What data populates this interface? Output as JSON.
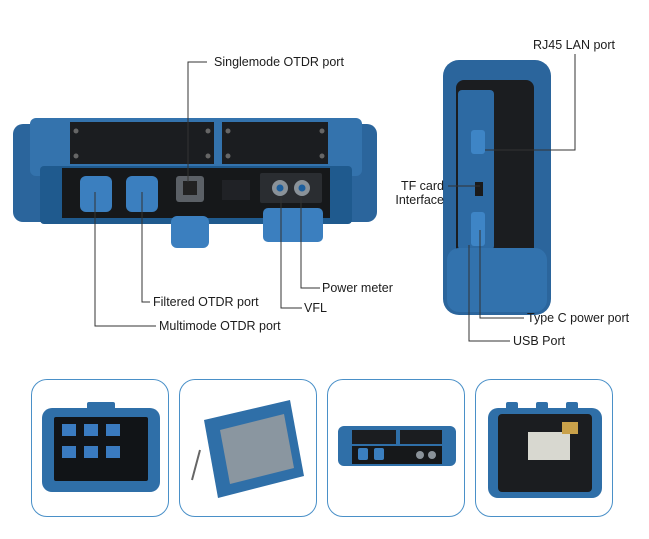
{
  "colors": {
    "device_blue": "#2f6fa8",
    "device_blue_dark": "#1d4f7e",
    "device_blue_light": "#4a8cc6",
    "panel_black": "#1b1d20",
    "thumb_border": "#4a90c8",
    "leader_line": "#333333"
  },
  "labels": {
    "singlemode_otdr_port": "Singlemode OTDR port",
    "rj45_lan_port": "RJ45 LAN port",
    "tf_card_interface": "TF card\nInterface",
    "power_meter": "Power meter",
    "filtered_otdr_port": "Filtered OTDR port",
    "vfl": "VFL",
    "multimode_otdr_port": "Multimode OTDR port",
    "type_c_power_port": "Type C power port",
    "usb_port": "USB Port"
  },
  "thumbnails": [
    {
      "name": "front-screen-view"
    },
    {
      "name": "angled-side-view"
    },
    {
      "name": "top-ports-view"
    },
    {
      "name": "back-view"
    }
  ]
}
